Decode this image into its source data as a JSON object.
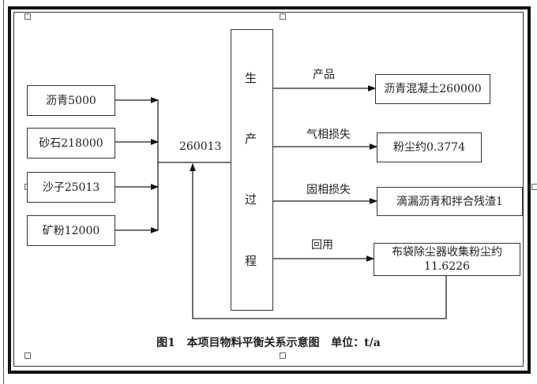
{
  "inputs": [
    "沥青5000",
    "砂石218000",
    "沙子25013",
    "矿粉12000"
  ],
  "merged_total": "260013",
  "process": [
    "生",
    "产",
    "过",
    "程"
  ],
  "flows": [
    {
      "label": "产品",
      "output": "沥青混凝土260000"
    },
    {
      "label": "气相损失",
      "output": "粉尘约0.3774"
    },
    {
      "label": "固相损失",
      "output": "滴漏沥青和拌合残渣1"
    },
    {
      "label": "回用",
      "output_line1": "布袋除尘器收集粉尘约",
      "output_line2": "11.6226"
    }
  ],
  "caption": "图1   本项目物料平衡关系示意图   单位：t/a"
}
